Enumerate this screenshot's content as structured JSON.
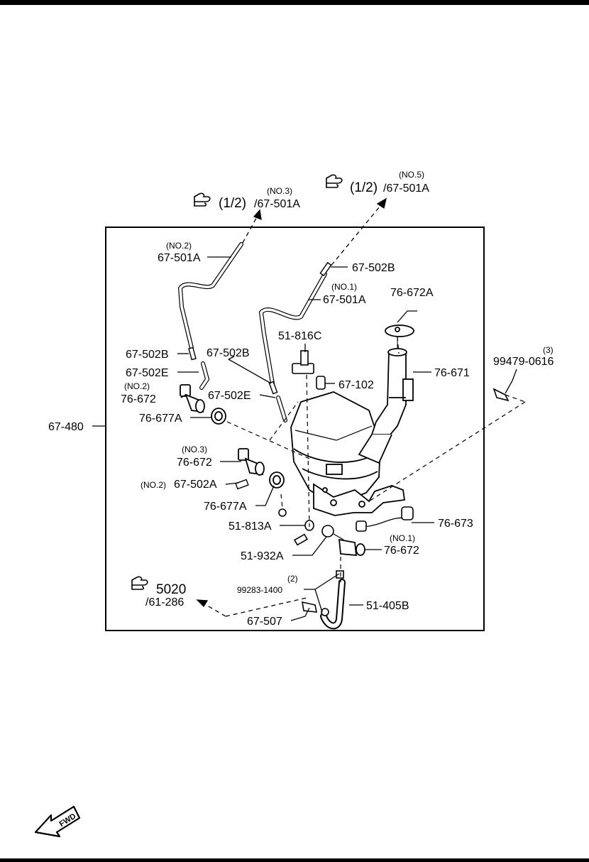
{
  "refs": {
    "ref_no3": {
      "fraction": "(1/2)",
      "code": "/67-501A",
      "note": "(NO.3)"
    },
    "ref_no5": {
      "fraction": "(1/2)",
      "code": "/67-501A",
      "note": "(NO.5)"
    },
    "ref_5020": {
      "main": "5020",
      "code": "/61-286"
    }
  },
  "assembly_label": "67-480",
  "parts": {
    "hose_no2": {
      "note": "(NO.2)",
      "code": "67-501A"
    },
    "hose_no1": {
      "note": "(NO.1)",
      "code": "67-501A"
    },
    "joint_502b_top": "67-502B",
    "joint_502b_left": "67-502B",
    "joint_502b_mid": "67-502B",
    "joint_502e_left": "67-502E",
    "joint_502e_mid": "67-502E",
    "pump_no2": {
      "note": "(NO.2)",
      "code": "76-672"
    },
    "pump_no3": {
      "note": "(NO.3)",
      "code": "76-672"
    },
    "pump_no1": {
      "note": "(NO.1)",
      "code": "76-672"
    },
    "grommet_top": "76-677A",
    "grommet_bottom": "76-677A",
    "joint_502a": {
      "note": "(NO.2)",
      "code": "67-502A"
    },
    "cap": "76-672A",
    "filler_pipe": "76-671",
    "bolt": {
      "qty": "(3)",
      "code": "99479-0616"
    },
    "sensor": "51-816C",
    "clip": "67-102",
    "nut": "51-813A",
    "clamp": "51-932A",
    "level_sensor": "76-673",
    "hose_clip": {
      "qty": "(2)",
      "code": "99283-1400"
    },
    "connector": "67-507",
    "drain_hose": "51-405B"
  },
  "fwd_label": "FWD"
}
